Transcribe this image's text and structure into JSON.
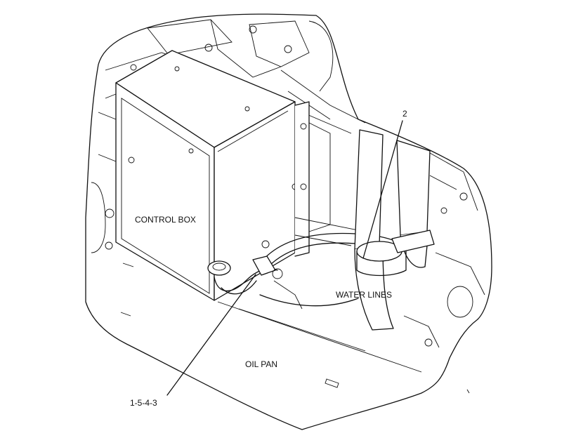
{
  "labels": {
    "control_box": "CONTROL BOX",
    "oil_pan": "OIL PAN",
    "water_lines": "WATER LINES",
    "callout_top": "2",
    "callout_bottom": "1-5-4-3"
  },
  "colors": {
    "line": "#111111",
    "background": "#ffffff"
  }
}
